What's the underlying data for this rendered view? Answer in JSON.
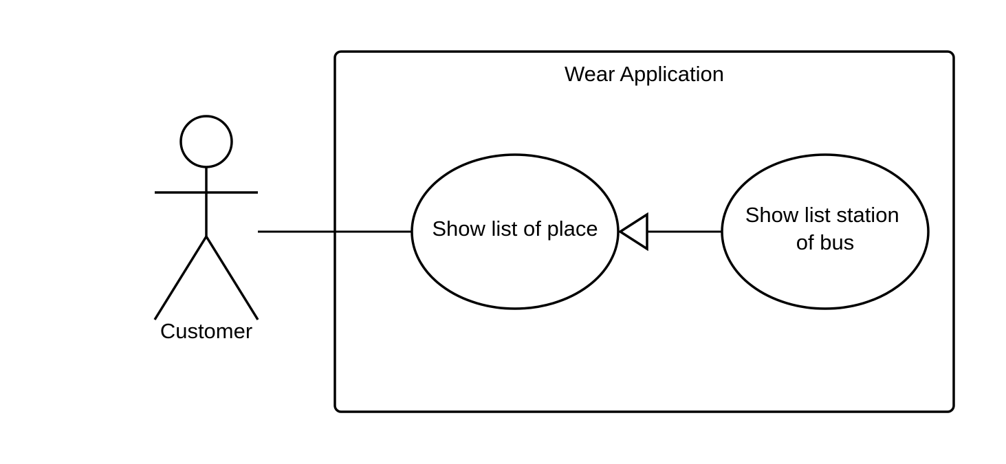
{
  "colors": {
    "stroke": "#000000",
    "background": "#ffffff"
  },
  "system": {
    "title": "Wear Application"
  },
  "actor": {
    "label": "Customer"
  },
  "use_cases": {
    "place": {
      "label": "Show list of place"
    },
    "bus": {
      "line1": "Show list station",
      "line2": "of bus"
    }
  },
  "relations": {
    "association": {
      "from": "Customer",
      "to": "Show list of place"
    },
    "generalization": {
      "from": "Show list station of bus",
      "to": "Show list of place"
    }
  }
}
